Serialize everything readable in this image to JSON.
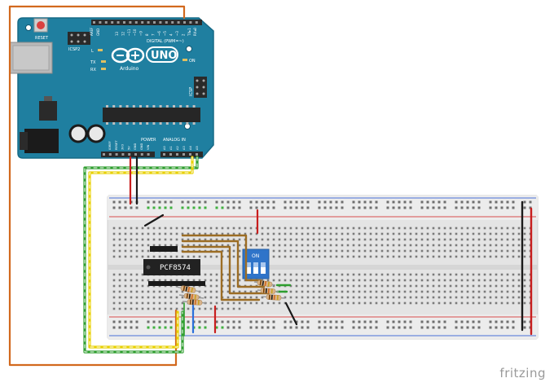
{
  "arduino": {
    "reset_label": "RESET",
    "icsp2_label": "ICSP2",
    "brand_logo": "∞",
    "model_label": "UNO",
    "brand_label": "Arduino",
    "on_label": "ON",
    "icsp_label": "ICSP",
    "tx_label": "TX",
    "rx_label": "RX",
    "l_label": "L",
    "power_label": "POWER",
    "analog_label": "ANALOG IN",
    "digital_label": "DIGITAL (PWM=~)",
    "aref_label": "AREF",
    "gnd_label": "GND",
    "digital_pins": [
      "13",
      "12",
      "~11",
      "~10",
      "~9",
      "8",
      "7",
      "~6",
      "~5",
      "4",
      "~3",
      "2",
      "TX▸1",
      "RX◂0"
    ],
    "power_pins": [
      "IOREF",
      "RESET",
      "3V3",
      "5V",
      "GND",
      "GND",
      "VIN"
    ],
    "analog_pins": [
      "A0",
      "A1",
      "A2",
      "A3",
      "A4",
      "A5"
    ]
  },
  "ic": {
    "label": "PCF8574"
  },
  "dip_switch": {
    "label": "ON"
  },
  "credit": "fritzing",
  "colors": {
    "board": "#1f7fa0",
    "board_edge": "#176a86",
    "breadboard": "#e6e6e6",
    "rail_red": "#d94b4b",
    "rail_blue": "#4a6fd9",
    "wire_orange": "#d2691e",
    "wire_brown": "#9c6d24",
    "wire_red": "#c81e1e",
    "wire_black": "#1a1a1a",
    "wire_green": "#2e9e2e",
    "wire_yellow": "#e8d000",
    "wire_blue": "#2a6fdb",
    "switch_blue": "#2f74c9"
  }
}
